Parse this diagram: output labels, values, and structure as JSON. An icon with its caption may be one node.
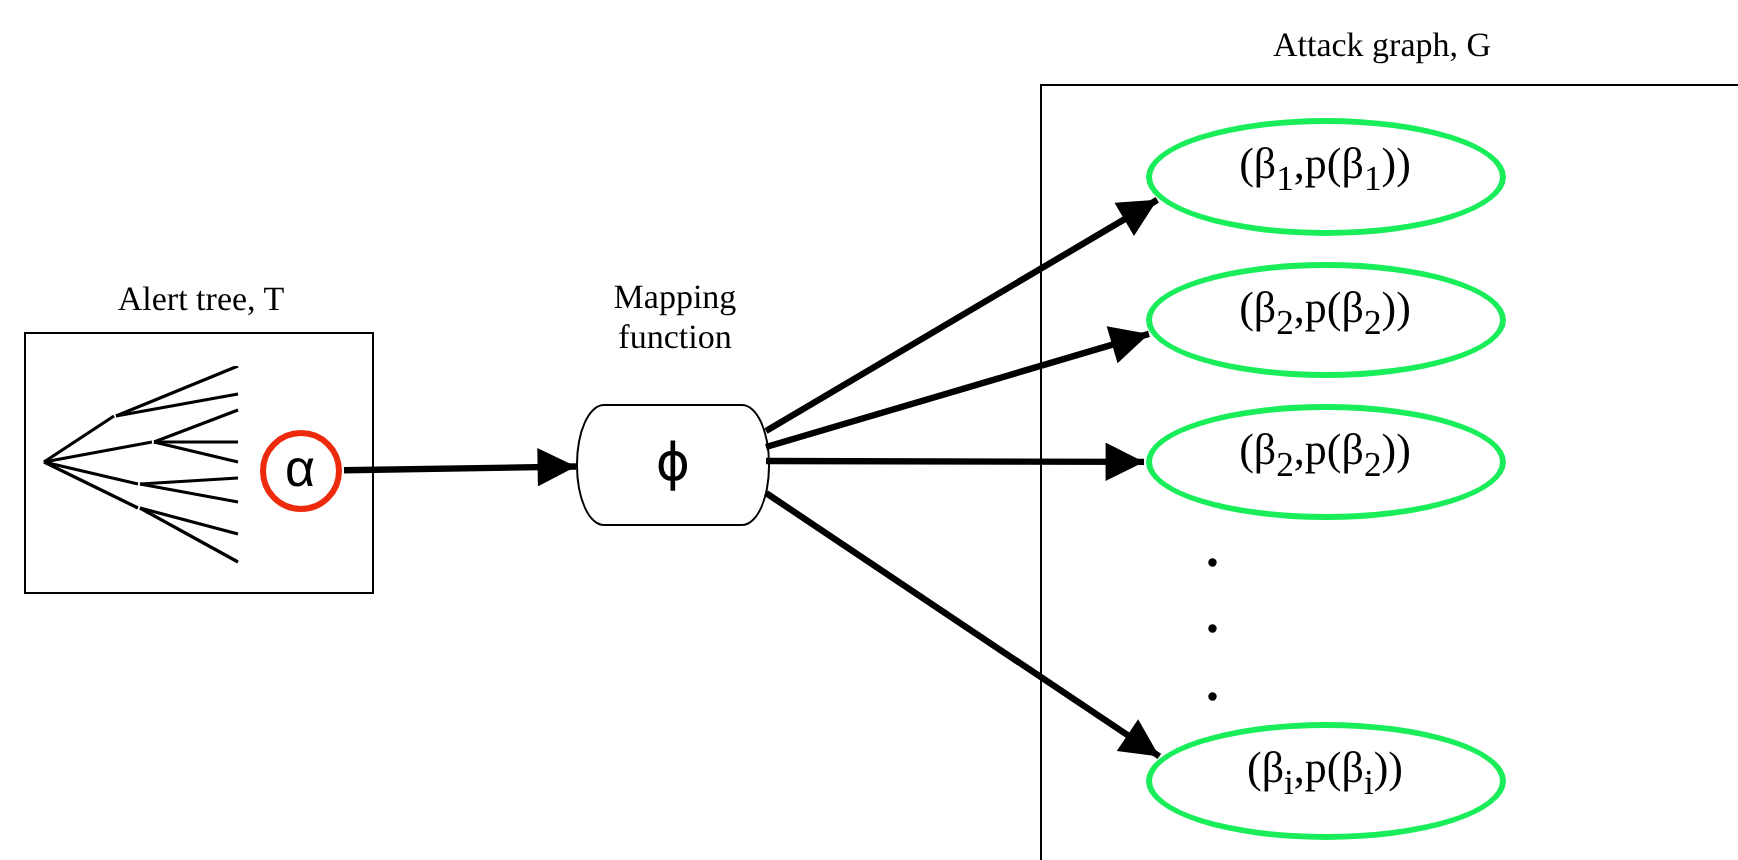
{
  "diagram": {
    "nodes": [
      {
        "text": [
          "Alert tree, T"
        ]
      },
      {
        "text": [
          "α"
        ],
        "in": 0
      },
      {
        "text": [
          "Mapping function",
          "ϕ"
        ]
      },
      {
        "text": [
          "Attack graph, G"
        ]
      },
      {
        "text": [
          "(β$_{1}$,p(β$_{1}$))"
        ],
        "in": 3
      },
      {
        "text": [
          "(β$_{2}$,p(β$_{2}$))"
        ],
        "in": 3
      },
      {
        "text": [
          "(β$_{2}$,p(β$_{2}$))"
        ],
        "in": 3
      },
      {
        "text": [
          "(β$_{i}$,p(β$_{i}$))"
        ],
        "in": 3
      }
    ],
    "edges": [
      {
        "from": 1,
        "to": 2,
        "arrow": "to"
      },
      {
        "from": 2,
        "to": 4,
        "arrow": "to"
      },
      {
        "from": 2,
        "to": 5,
        "arrow": "to"
      },
      {
        "from": 2,
        "to": 6,
        "arrow": "to"
      },
      {
        "from": 2,
        "to": 7,
        "arrow": "to"
      }
    ],
    "labels": [
      ".",
      ".",
      "."
    ]
  }
}
